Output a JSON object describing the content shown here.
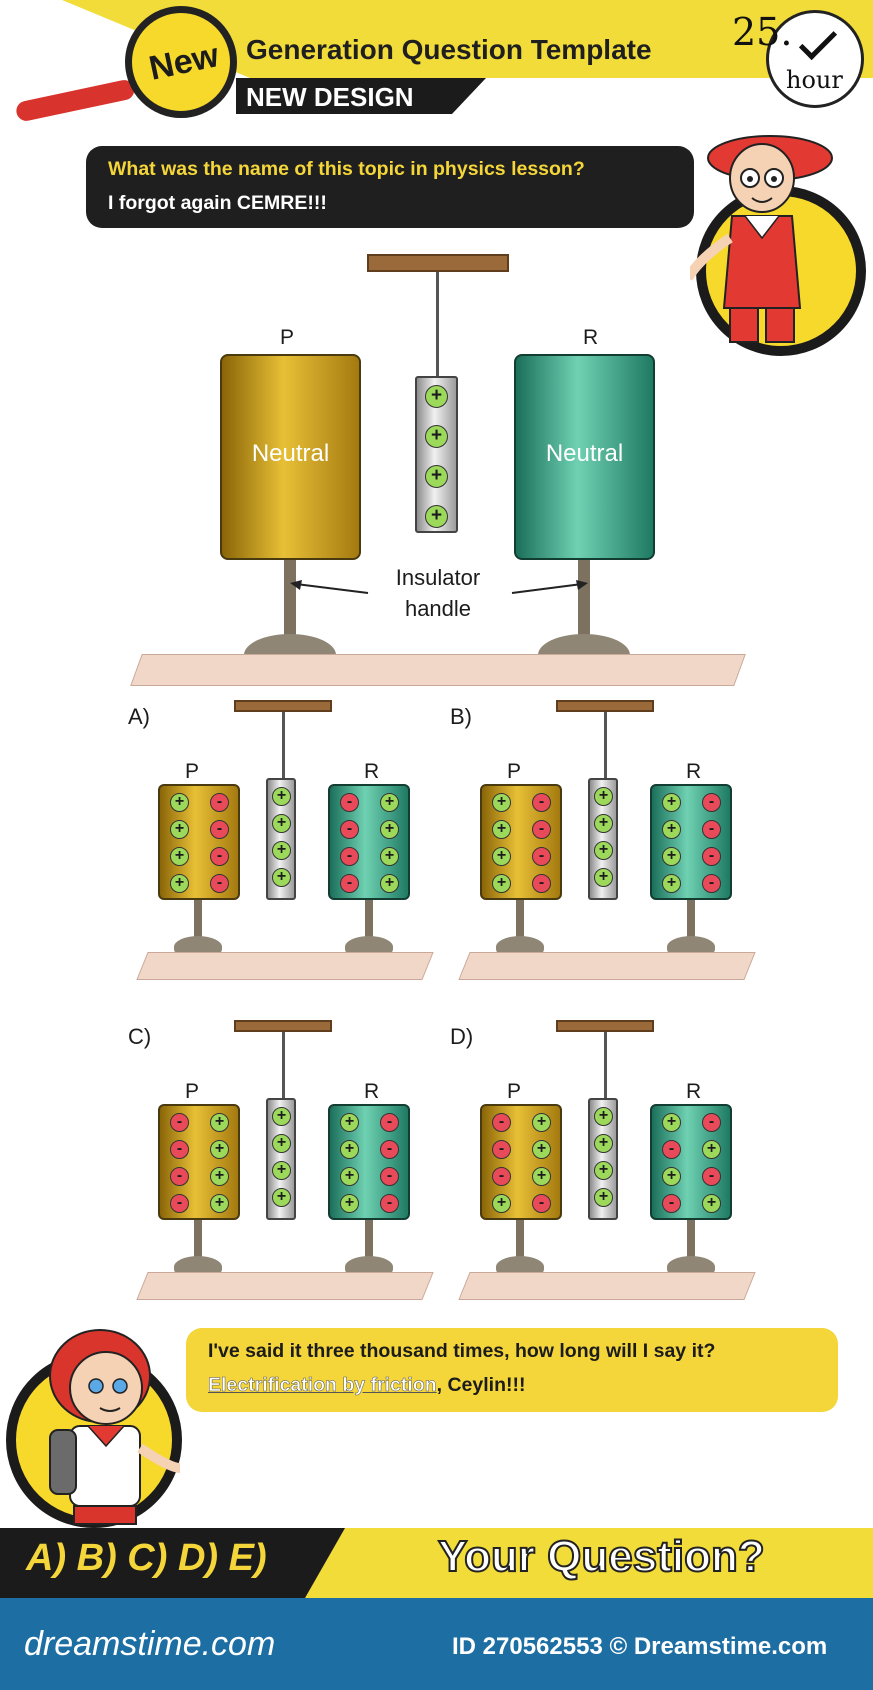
{
  "header": {
    "badge": "New",
    "title": "Generation Question Template",
    "subtitle": "NEW DESIGN",
    "clock_number": "25.",
    "clock_unit": "hour"
  },
  "bubble_top": {
    "line1": "What was the name of this topic in physics lesson?",
    "line2": "I forgot again CEMRE!!!"
  },
  "main_diagram": {
    "label_p": "P",
    "label_r": "R",
    "plate_p_text": "Neutral",
    "plate_r_text": "Neutral",
    "insulator_caption_1": "Insulator",
    "insulator_caption_2": "handle",
    "rod_charges": [
      "+",
      "+",
      "+",
      "+"
    ]
  },
  "options": [
    {
      "letter": "A)",
      "label_p": "P",
      "label_r": "R",
      "p_left": [
        "+",
        "+",
        "+",
        "+"
      ],
      "p_right": [
        "-",
        "-",
        "-",
        "-"
      ],
      "rod": [
        "+",
        "+",
        "+",
        "+"
      ],
      "r_left": [
        "-",
        "-",
        "-",
        "-"
      ],
      "r_right": [
        "+",
        "+",
        "+",
        "+"
      ]
    },
    {
      "letter": "B)",
      "label_p": "P",
      "label_r": "R",
      "p_left": [
        "+",
        "+",
        "+",
        "+"
      ],
      "p_right": [
        "-",
        "-",
        "-",
        "-"
      ],
      "rod": [
        "+",
        "+",
        "+",
        "+"
      ],
      "r_left": [
        "+",
        "+",
        "+",
        "+"
      ],
      "r_right": [
        "-",
        "-",
        "-",
        "-"
      ]
    },
    {
      "letter": "C)",
      "label_p": "P",
      "label_r": "R",
      "p_left": [
        "-",
        "-",
        "-",
        "-"
      ],
      "p_right": [
        "+",
        "+",
        "+",
        "+"
      ],
      "rod": [
        "+",
        "+",
        "+",
        "+"
      ],
      "r_left": [
        "+",
        "+",
        "+",
        "+"
      ],
      "r_right": [
        "-",
        "-",
        "-",
        "-"
      ]
    },
    {
      "letter": "D)",
      "label_p": "P",
      "label_r": "R",
      "p_left": [
        "-",
        "-",
        "-",
        "+"
      ],
      "p_right": [
        "+",
        "+",
        "+",
        "-"
      ],
      "rod": [
        "+",
        "+",
        "+",
        "+"
      ],
      "r_left": [
        "+",
        "-",
        "+",
        "-"
      ],
      "r_right": [
        "-",
        "+",
        "-",
        "+"
      ]
    }
  ],
  "bubble_bottom": {
    "line1": "I've said it three thousand times, how long will I say it?",
    "line2_highlight": "Electrification by friction",
    "line2_rest": ", Ceylin!!!"
  },
  "footer": {
    "answers": "A) B) C) D) E)",
    "question": "Your Question?",
    "brand": "dreamstime.com",
    "stock_id": "ID 270562553 © Dreamstime.com"
  },
  "colors": {
    "yellow": "#f2dc3a",
    "dark": "#1b1b1b",
    "positive": "#9cd95a",
    "negative": "#e84a5a",
    "gold_plate": "#d4a91c",
    "teal_plate": "#3aa889",
    "footer_blue": "#1d6fa3"
  }
}
